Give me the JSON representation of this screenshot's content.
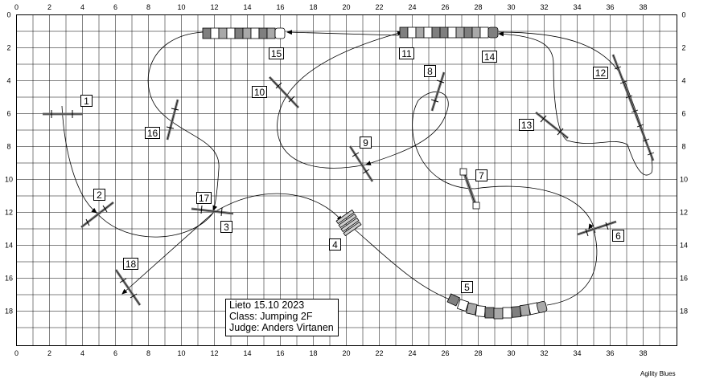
{
  "course": {
    "info": {
      "line1": "Lieto 15.10 2023",
      "line2": "Class: Jumping 2F",
      "line3": "Judge: Anders Virtanen"
    },
    "brand": "Agility Blues",
    "x_ticks": [
      "0",
      "2",
      "4",
      "6",
      "8",
      "10",
      "12",
      "14",
      "16",
      "18",
      "20",
      "22",
      "24",
      "26",
      "28",
      "30",
      "32",
      "34",
      "36",
      "38"
    ],
    "y_ticks": [
      "0",
      "2",
      "4",
      "6",
      "8",
      "10",
      "12",
      "14",
      "16",
      "18"
    ],
    "obstacle_numbers": [
      "1",
      "2",
      "3",
      "4",
      "5",
      "6",
      "7",
      "8",
      "9",
      "10",
      "11",
      "12",
      "13",
      "14",
      "15",
      "16",
      "17",
      "18"
    ]
  }
}
